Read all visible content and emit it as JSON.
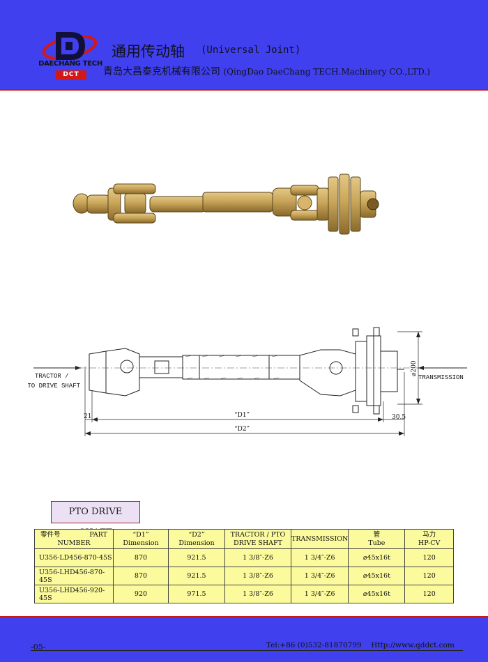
{
  "header": {
    "logo_text": "DAECHANG TECH",
    "logo_badge": "DCT",
    "title_cn": "通用传动轴",
    "title_en": "(Universal Joint)",
    "company_cn": "青岛大昌泰克机械有限公司",
    "company_en": "(QingDao DaeChang TECH.Machinery CO.,LTD.)"
  },
  "drawing": {
    "left_label_1": "TRACTOR /",
    "left_label_2": "PTO DRIVE SHAFT",
    "right_label": "TRANSMISSION",
    "dim_21": "21",
    "dim_d1": "“D1”",
    "dim_d2": "“D2”",
    "dim_30_5": "30.5",
    "dim_200": "⌀200"
  },
  "section_label": "PTO DRIVE SHAFT",
  "table": {
    "headers": {
      "part_cn": "零件号",
      "part_en_1": "PART",
      "part_en_2": "NUMBER",
      "d1_a": "“D1”",
      "d1_b": "Dimension",
      "d2_a": "“D2”",
      "d2_b": "Dimension",
      "tractor_a": "TRACTOR / PTO",
      "tractor_b": "DRIVE SHAFT",
      "transmission": "TRANSMISSION",
      "tube_cn": "管",
      "tube_en": "Tube",
      "hp_cn": "马力",
      "hp_en": "HP-CV"
    },
    "rows": [
      {
        "part": "U356-LD456-870-45S",
        "d1": "870",
        "d2": "921.5",
        "tractor": "1 3/8″-Z6",
        "transmission": "1 3/4″-Z6",
        "tube": "⌀45x16t",
        "hp": "120"
      },
      {
        "part": "U356-LHD456-870-45S",
        "d1": "870",
        "d2": "921.5",
        "tractor": "1 3/8″-Z6",
        "transmission": "1 3/4″-Z6",
        "tube": "⌀45x16t",
        "hp": "120"
      },
      {
        "part": "U356-LHD456-920-45S",
        "d1": "920",
        "d2": "971.5",
        "tractor": "1 3/8″-Z6",
        "transmission": "1 3/4″-Z6",
        "tube": "⌀45x16t",
        "hp": "120"
      }
    ]
  },
  "footer": {
    "page": "-05-",
    "tel": "Tel:+86  (0)532-81870799",
    "web": "Http://www.qddct.com"
  },
  "colors": {
    "band": "#4040ee",
    "accent_red": "#c81818",
    "table_bg": "#fbfa9c",
    "shaft": "#c9a65a"
  }
}
